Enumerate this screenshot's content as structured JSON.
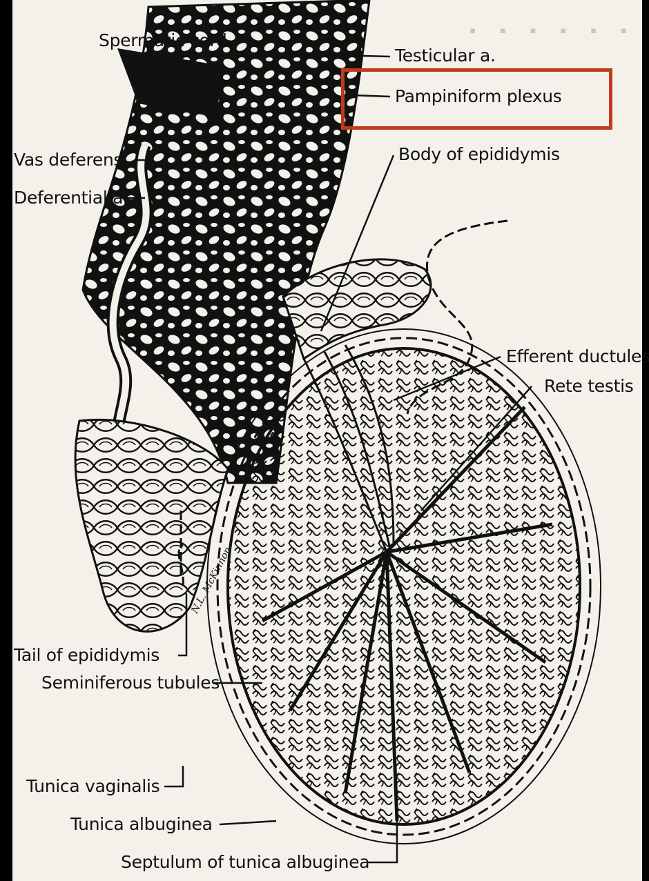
{
  "labels": {
    "spermatic_cord": "Spermatic cord",
    "testicular_a": "Testicular a.",
    "pampiniform_plexus": "Pampiniform plexus",
    "body_of_epididymis": "Body of epididymis",
    "vas_deferens": "Vas deferens",
    "deferential_a": "Deferential a.",
    "efferent_ductules": "Efferent ductules",
    "rete_testis": "Rete testis",
    "tail_of_epididymis": "Tail of epididymis",
    "seminiferous_tubules": "Seminiferous tubules",
    "tunica_vaginalis": "Tunica vaginalis",
    "tunica_albuginea": "Tunica albuginea",
    "septulum": "Septulum of tunica albuginea"
  },
  "signature": "N.L. McKinnon",
  "colors": {
    "highlight": "#c0391b",
    "ink": "#111111",
    "paper": "#f3f1ea"
  }
}
